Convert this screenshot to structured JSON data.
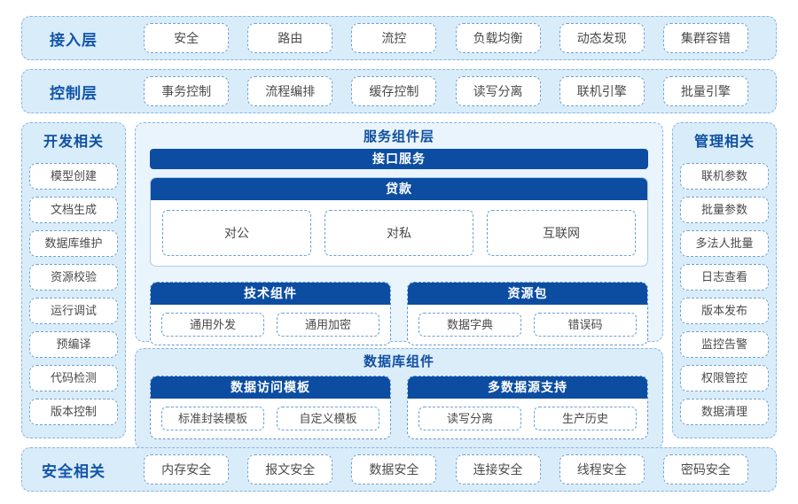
{
  "colors": {
    "header_dark_blue": "#0c4da2",
    "label_blue": "#1155a8",
    "row_background": "#d9ecfa",
    "service_panel_background": "#e9f4fc",
    "db_panel_background": "#dcedfa",
    "dashed_border_blue": "#6aa1d6",
    "box_text_gray": "#4a4a4a"
  },
  "access_layer": {
    "label": "接入层",
    "items": [
      "安全",
      "路由",
      "流控",
      "负载均衡",
      "动态发现",
      "集群容错"
    ]
  },
  "control_layer": {
    "label": "控制层",
    "items": [
      "事务控制",
      "流程编排",
      "缓存控制",
      "读写分离",
      "联机引擎",
      "批量引擎"
    ]
  },
  "dev_sidebar": {
    "title": "开发相关",
    "items": [
      "模型创建",
      "文档生成",
      "数据库维护",
      "资源校验",
      "运行调试",
      "预编译",
      "代码检测",
      "版本控制"
    ]
  },
  "mgmt_sidebar": {
    "title": "管理相关",
    "items": [
      "联机参数",
      "批量参数",
      "多法人批量",
      "日志查看",
      "版本发布",
      "监控告警",
      "权限管控",
      "数据清理"
    ]
  },
  "service_layer": {
    "title": "服务组件层",
    "interface_bar": "接口服务",
    "loan": {
      "title": "贷款",
      "items": [
        "对公",
        "对私",
        "互联网"
      ]
    },
    "tech": {
      "title": "技术组件",
      "items": [
        "通用外发",
        "通用加密"
      ]
    },
    "resource": {
      "title": "资源包",
      "items": [
        "数据字典",
        "错误码"
      ]
    }
  },
  "db_layer": {
    "title": "数据库组件",
    "template": {
      "title": "数据访问模板",
      "items": [
        "标准封装模板",
        "自定义模板"
      ]
    },
    "datasource": {
      "title": "多数据源支持",
      "items": [
        "读写分离",
        "生产历史"
      ]
    }
  },
  "security_layer": {
    "label": "安全相关",
    "items": [
      "内存安全",
      "报文安全",
      "数据安全",
      "连接安全",
      "线程安全",
      "密码安全"
    ]
  }
}
